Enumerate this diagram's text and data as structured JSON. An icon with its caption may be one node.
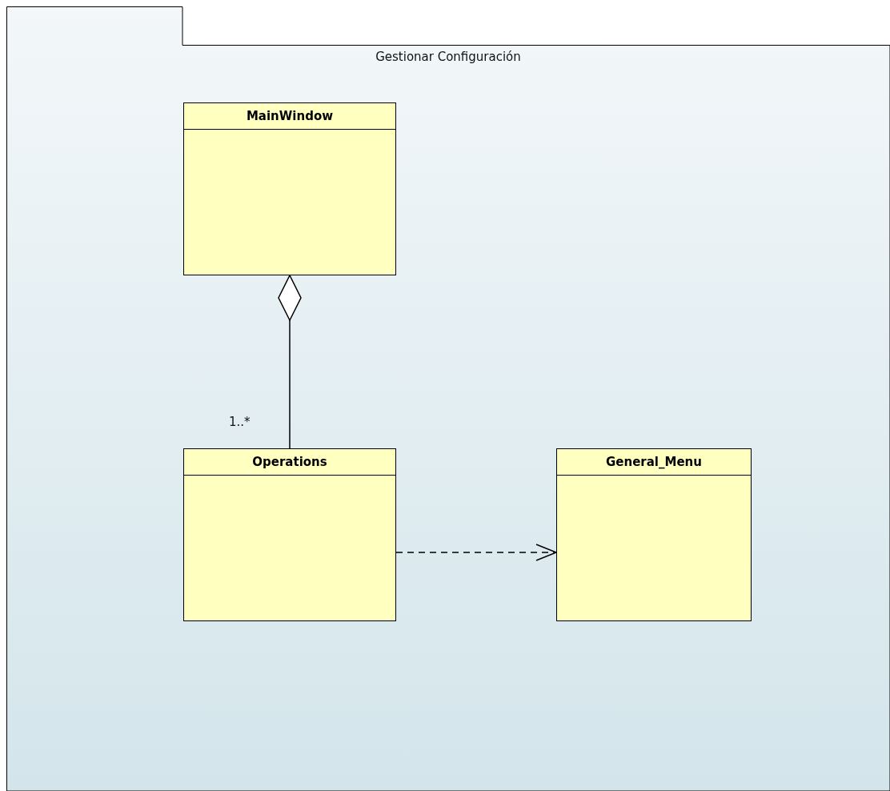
{
  "diagram": {
    "nodes": [
      {
        "text": [
          "Gestionar Configuración"
        ]
      },
      {
        "text": [
          "MainWindow"
        ],
        "in": 0
      },
      {
        "text": [
          "Operations"
        ],
        "in": 0
      },
      {
        "text": [
          "General_Menu"
        ],
        "in": 0
      }
    ],
    "edges": [
      {
        "from": 1,
        "to": 2,
        "arrow": "other",
        "label": "1..*"
      },
      {
        "from": 2,
        "to": 3,
        "arrow": "to",
        "style": "dashed"
      }
    ]
  }
}
